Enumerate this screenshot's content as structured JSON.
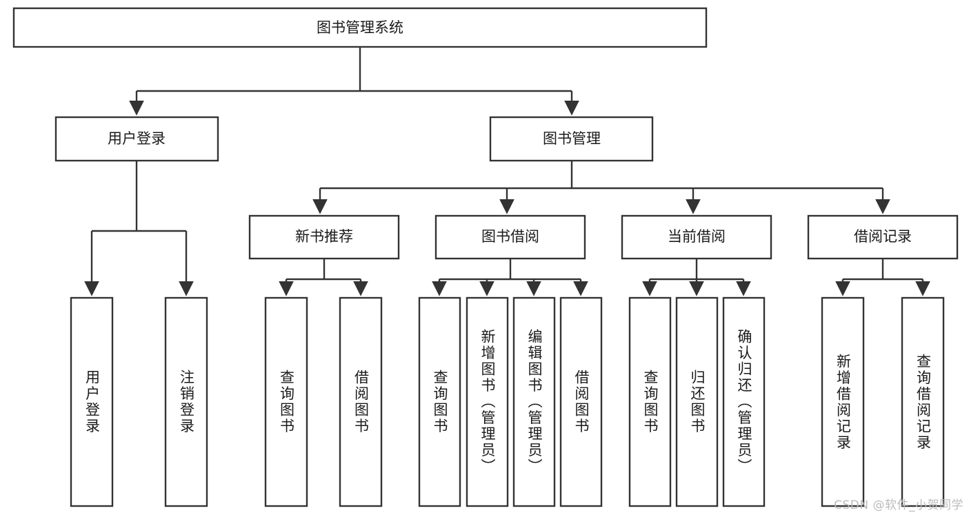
{
  "diagram": {
    "type": "tree",
    "title": "图书管理系统",
    "watermark": "CSDN @软件_小贺同学",
    "colors": {
      "background": "#ffffff",
      "box_fill": "#ffffff",
      "box_stroke": "#333333",
      "text": "#1a1a1a",
      "watermark": "#bbbbbb"
    },
    "root": {
      "label": "图书管理系统"
    },
    "level1": [
      {
        "label": "用户登录"
      },
      {
        "label": "图书管理"
      }
    ],
    "level2": [
      {
        "label": "新书推荐"
      },
      {
        "label": "图书借阅"
      },
      {
        "label": "当前借阅"
      },
      {
        "label": "借阅记录"
      }
    ],
    "leaves": {
      "user_login": [
        {
          "label": "用户登录"
        },
        {
          "label": "注销登录"
        }
      ],
      "new_book_recommend": [
        {
          "label": "查询图书"
        },
        {
          "label": "借阅图书"
        }
      ],
      "book_borrow": [
        {
          "label": "查询图书"
        },
        {
          "label": "新增图书（管理员）"
        },
        {
          "label": "编辑图书（管理员）"
        },
        {
          "label": "借阅图书"
        }
      ],
      "current_borrow": [
        {
          "label": "查询图书"
        },
        {
          "label": "归还图书"
        },
        {
          "label": "确认归还（管理员）"
        }
      ],
      "borrow_record": [
        {
          "label": "新增借阅记录"
        },
        {
          "label": "查询借阅记录"
        }
      ]
    }
  }
}
